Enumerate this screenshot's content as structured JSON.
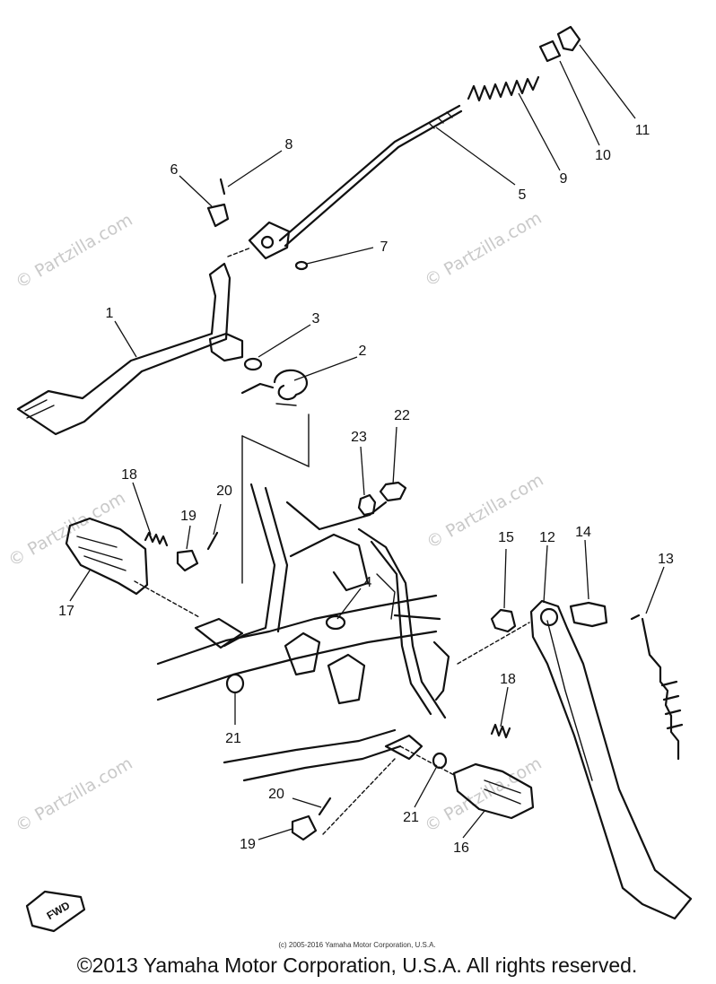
{
  "watermark": "© Partzilla.com",
  "callouts": [
    "1",
    "2",
    "3",
    "4",
    "5",
    "6",
    "7",
    "8",
    "9",
    "10",
    "11",
    "12",
    "13",
    "14",
    "15",
    "16",
    "17",
    "18",
    "19",
    "20",
    "21",
    "22",
    "23"
  ],
  "fwd_label": "FWD",
  "small_copyright": "(c) 2005-2016 Yamaha Motor Corporation, U.S.A.",
  "copyright": "©2013 Yamaha Motor Corporation, U.S.A. All rights reserved."
}
